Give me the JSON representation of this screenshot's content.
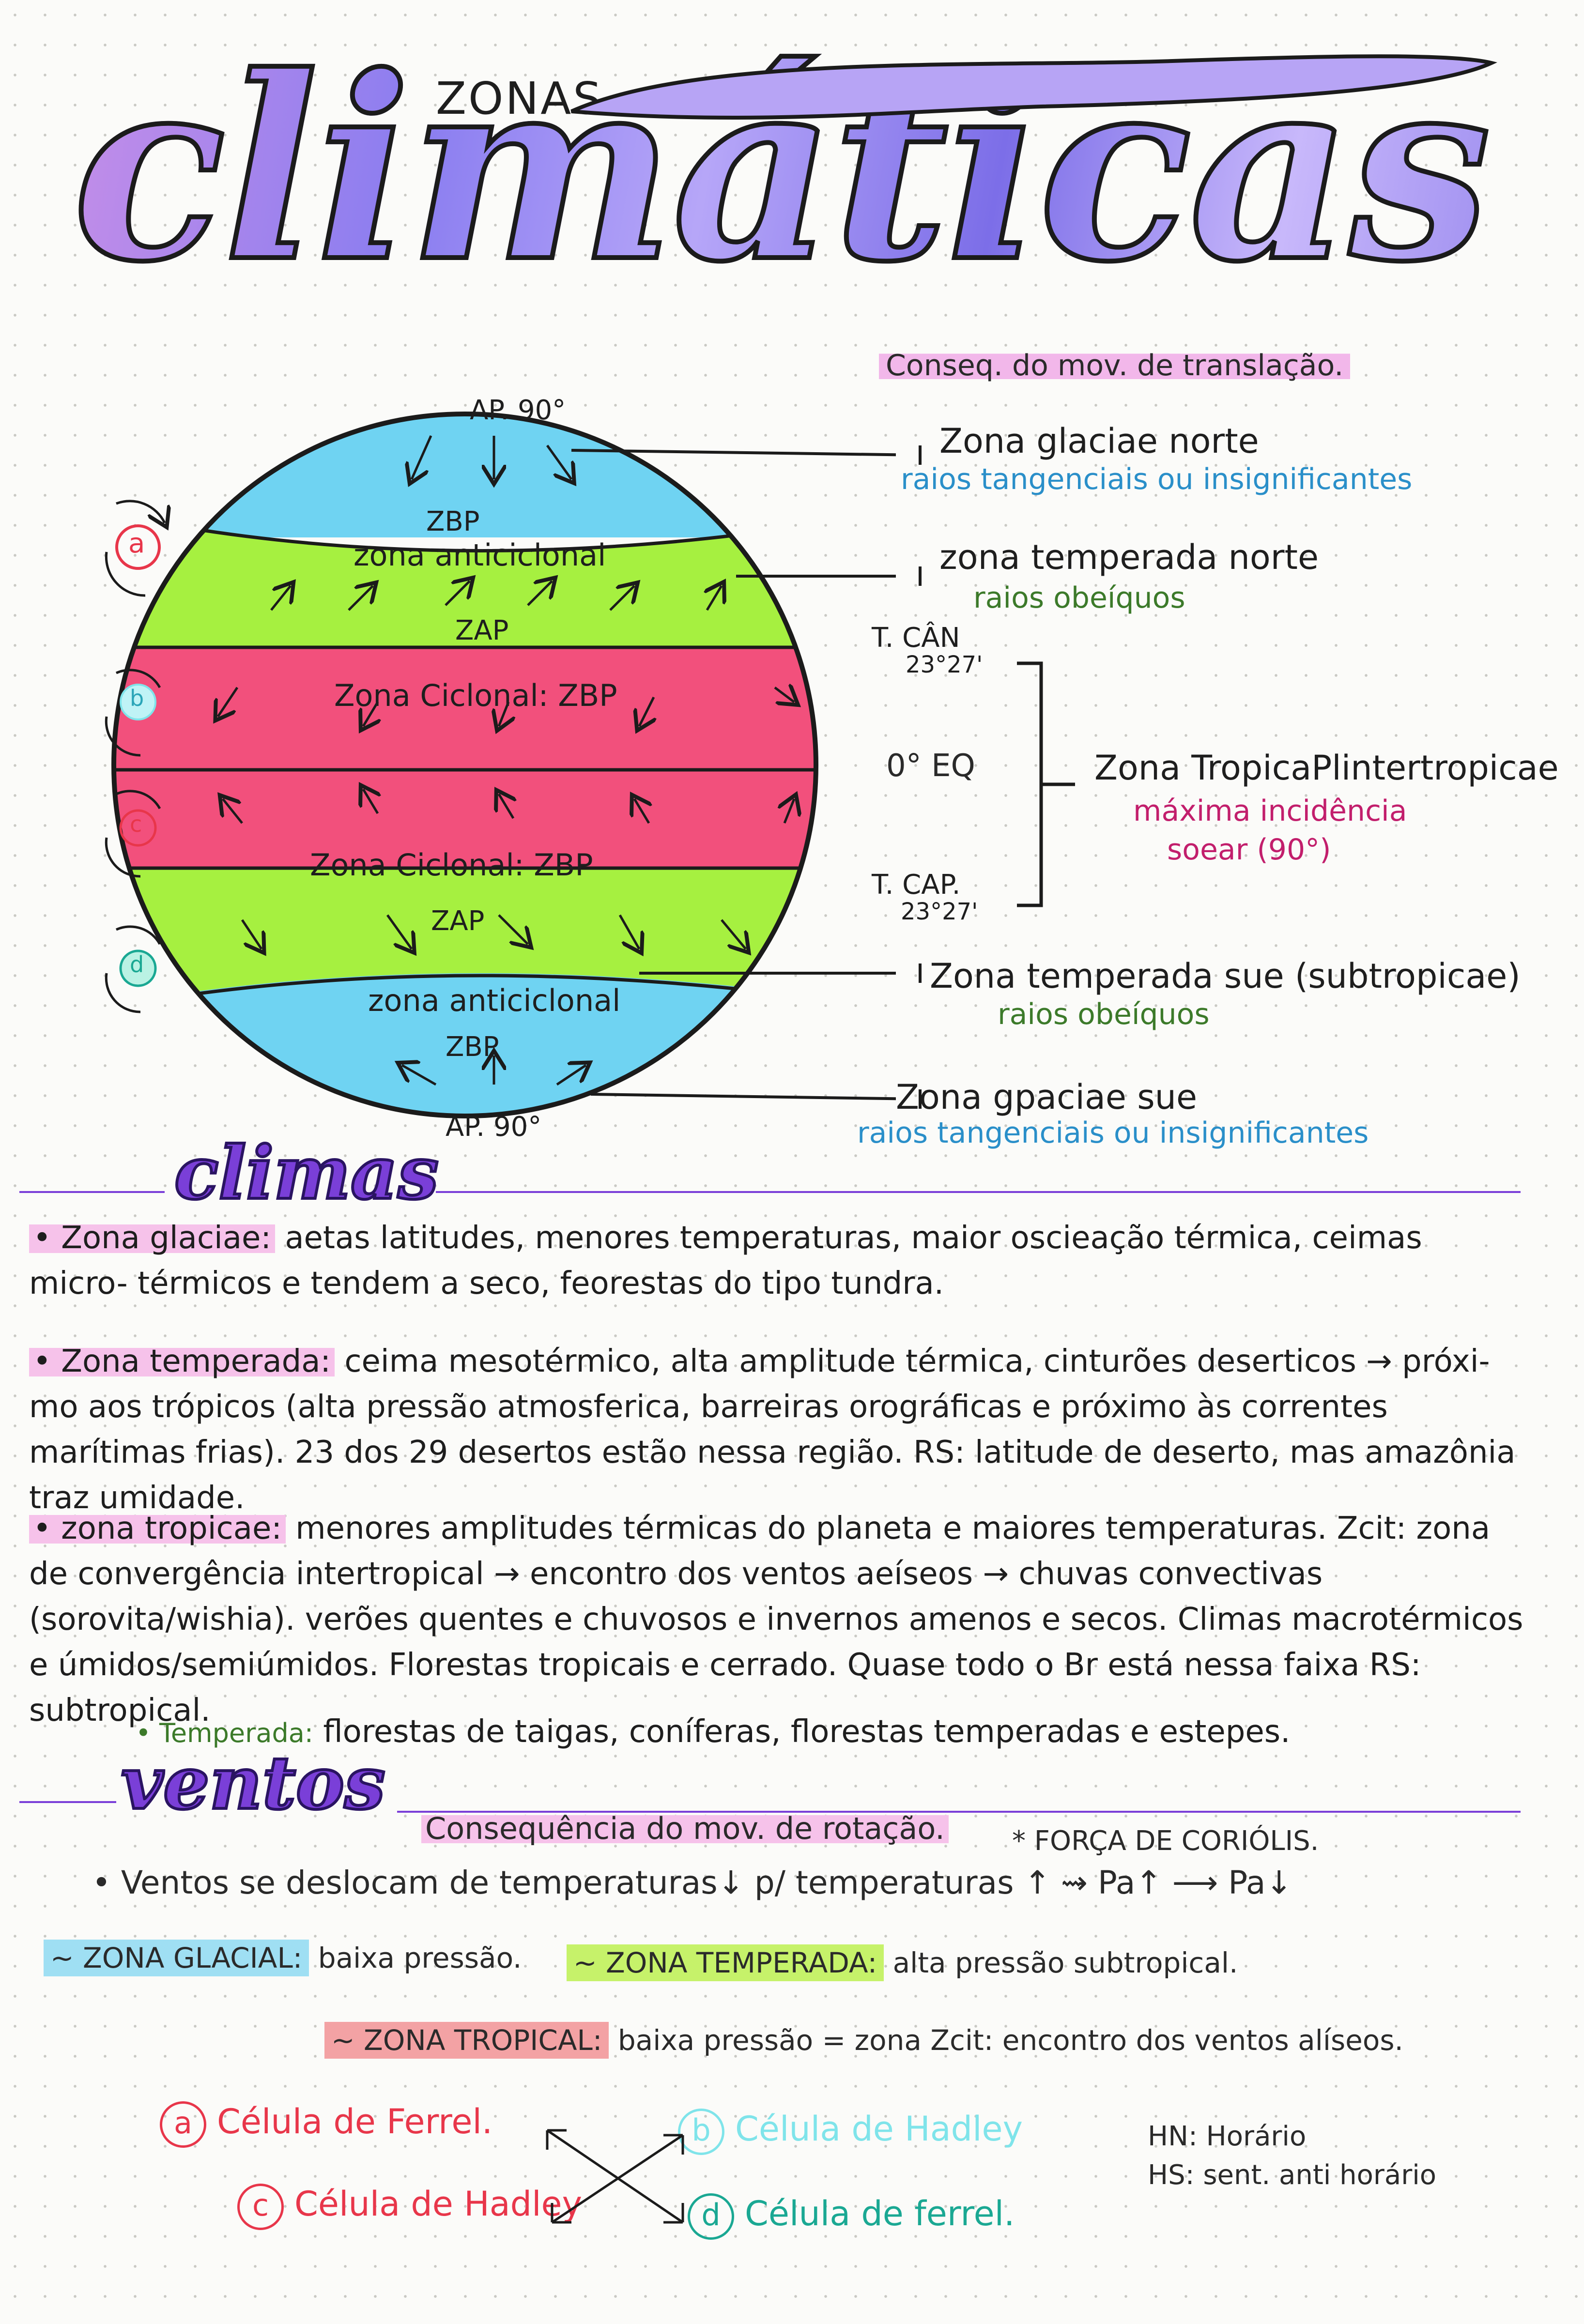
{
  "title": {
    "kicker": "ZONAS",
    "word": "climáticas",
    "subtitle": "Conseq. do mov. de translação."
  },
  "globe": {
    "top_pole": "AP. 90°",
    "bottom_pole": "AP. 90°",
    "zbp_top": "ZBP",
    "zone_anticyclone_top": "zona anticiclonal",
    "zap_top": "ZAP",
    "cyclone_top": "Zona Ciclonal: ZBP",
    "cyclone_bottom": "Zona Ciclonal: ZBP",
    "zap_bottom": "ZAP",
    "zone_anticyclone_bottom": "zona anticiclonal",
    "zbp_bottom": "ZBP",
    "tropic_cancer": "T. CÂN",
    "tropic_cancer_deg": "23°27'",
    "equator": "0° EQ",
    "tropic_capricorn": "T. CAP.",
    "tropic_capricorn_deg": "23°27'",
    "cell_marks": [
      "a",
      "b",
      "c",
      "d"
    ]
  },
  "zones": [
    {
      "name": "Zona glaciae norte",
      "desc": "raios tangenciais ou insignificantes"
    },
    {
      "name": "zona temperada norte",
      "desc": "raios obeíquos"
    },
    {
      "name": "Zona TropicaPlintertropicae",
      "desc": "máxima incidência",
      "desc2": "soear (90°)"
    },
    {
      "name": "Zona temperada sue (subtropicae)",
      "desc": "raios obeíquos"
    },
    {
      "name": "Zona gpaciae sue",
      "desc": "raios tangenciais ou insignificantes"
    }
  ],
  "climas": {
    "heading": "climas",
    "glacial_label": "• Zona glaciae:",
    "glacial_text": "aetas latitudes, menores temperaturas, maior oscieação térmica, ceimas micro- térmicos e tendem a seco, feorestas do tipo tundra.",
    "temperada_label": "• Zona temperada:",
    "temperada_text": "ceima mesotérmico, alta amplitude térmica, cinturões deserticos → próxi- mo aos trópicos (alta pressão atmosferica, barreiras orográficas e próximo às correntes marítimas frias). 23 dos 29 desertos estão nessa região. RS: latitude de deserto, mas amazônia traz umidade.",
    "tropical_label": "• zona tropicae:",
    "tropical_text": "menores amplitudes térmicas do planeta e maiores temperaturas. Zcit: zona de convergência intertropical → encontro dos ventos aeíseos → chuvas convectivas (sorovita/wishia). verões quentes e chuvosos e invernos amenos e secos. Climas macrotérmicos e úmidos/semiúmidos. Florestas tropicais e cerrado. Quase todo o Br está nessa faixa RS: subtropical.",
    "note_label": "• Temperada:",
    "note_text": "florestas de taigas, coníferas, florestas temperadas e estepes."
  },
  "ventos": {
    "heading": "ventos",
    "subtitle": "Consequência do mov. de rotação.",
    "coriolis": "* FORÇA DE CORIÓLIS.",
    "rule_line": "• Ventos se deslocam de temperaturas↓ p/ temperaturas ↑ ⇝ Pa↑ ⟶ Pa↓",
    "glacial_tag": "~ ZONA GLACIAL:",
    "glacial_text": "baixa pressão.",
    "temperada_tag": "~ ZONA TEMPERADA:",
    "temperada_text": "alta pressão subtropical.",
    "tropical_tag": "~ ZONA TROPICAL:",
    "tropical_text": "baixa pressão = zona Zcit: encontro dos ventos alíseos.",
    "cells": [
      {
        "letter": "a",
        "text": "Célula de Ferrel.",
        "color": "#e8364a"
      },
      {
        "letter": "b",
        "text": "Célula de Hadley",
        "color": "#7fe4ea"
      },
      {
        "letter": "c",
        "text": "Célula de Hadley",
        "color": "#e8364a"
      },
      {
        "letter": "d",
        "text": "Célula de ferrel.",
        "color": "#1aa893"
      }
    ],
    "hn": "HN: Horário",
    "hs": "HS: sent. anti horário"
  },
  "colors": {
    "polar": "#6fd3f2",
    "temperate": "#a6f040",
    "tropical": "#f2507c",
    "accent": "#7a3fd8"
  }
}
